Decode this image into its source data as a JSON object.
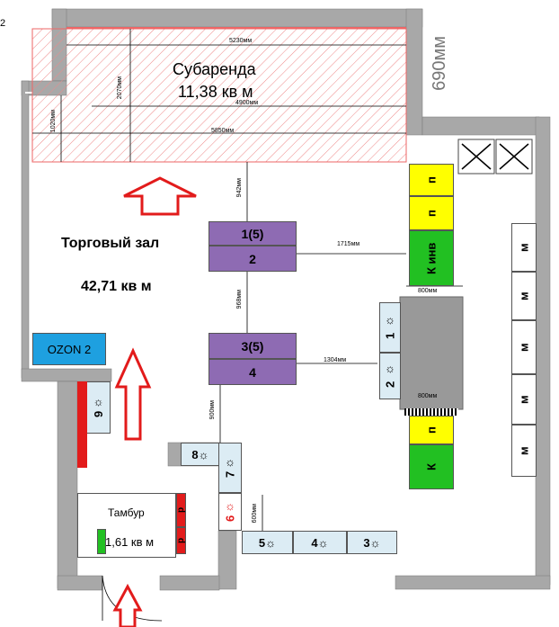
{
  "corner_label": "2",
  "sublease": {
    "title": "Субаренда",
    "area": "11,38 кв м"
  },
  "dims": {
    "d5230": "5230мм",
    "d4900": "4900мм",
    "d5850": "5850мм",
    "d2070": "2070мм",
    "d1020": "1020мм",
    "d942": "942мм",
    "d1715": "1715мм",
    "d968": "968мм",
    "d1304": "1304мм",
    "d900": "900мм",
    "d600": "600мм",
    "d800a": "800мм",
    "d800b": "800мм",
    "d690": "690мм"
  },
  "hall": {
    "title": "Торговый зал",
    "area": "42,71 кв м"
  },
  "ozon": "OZON 2",
  "tambur": {
    "title": "Тамбур",
    "area": "1,61 кв м"
  },
  "tables": {
    "t1top": "1(5)",
    "t1bot": "2",
    "t2top": "3(5)",
    "t2bot": "4"
  },
  "shelves": {
    "p1": "п",
    "p2": "п",
    "p3": "п",
    "kinv": "К инв",
    "k": "К",
    "m1": "м",
    "m2": "м",
    "m3": "м",
    "m4": "м",
    "m5": "м"
  },
  "coolers": {
    "c1": "1",
    "c2": "2",
    "c3": "3",
    "c4": "4",
    "c5": "5",
    "c6": "6",
    "c7": "7",
    "c8": "8",
    "c9": "9"
  },
  "red_labels": {
    "r1": "р",
    "r2": "р"
  },
  "icons": {
    "fan": "snowflake-sun-icon",
    "arrow": "up-arrow-icon",
    "cross": "x-mark-icon"
  },
  "colors": {
    "wall": "#a8a8a8",
    "purple": "#8e6bb3",
    "yellow": "#ffff00",
    "green": "#22c022",
    "red": "#e21b1b",
    "blue": "#1ea0e0",
    "cooler": "#dcecf4"
  }
}
